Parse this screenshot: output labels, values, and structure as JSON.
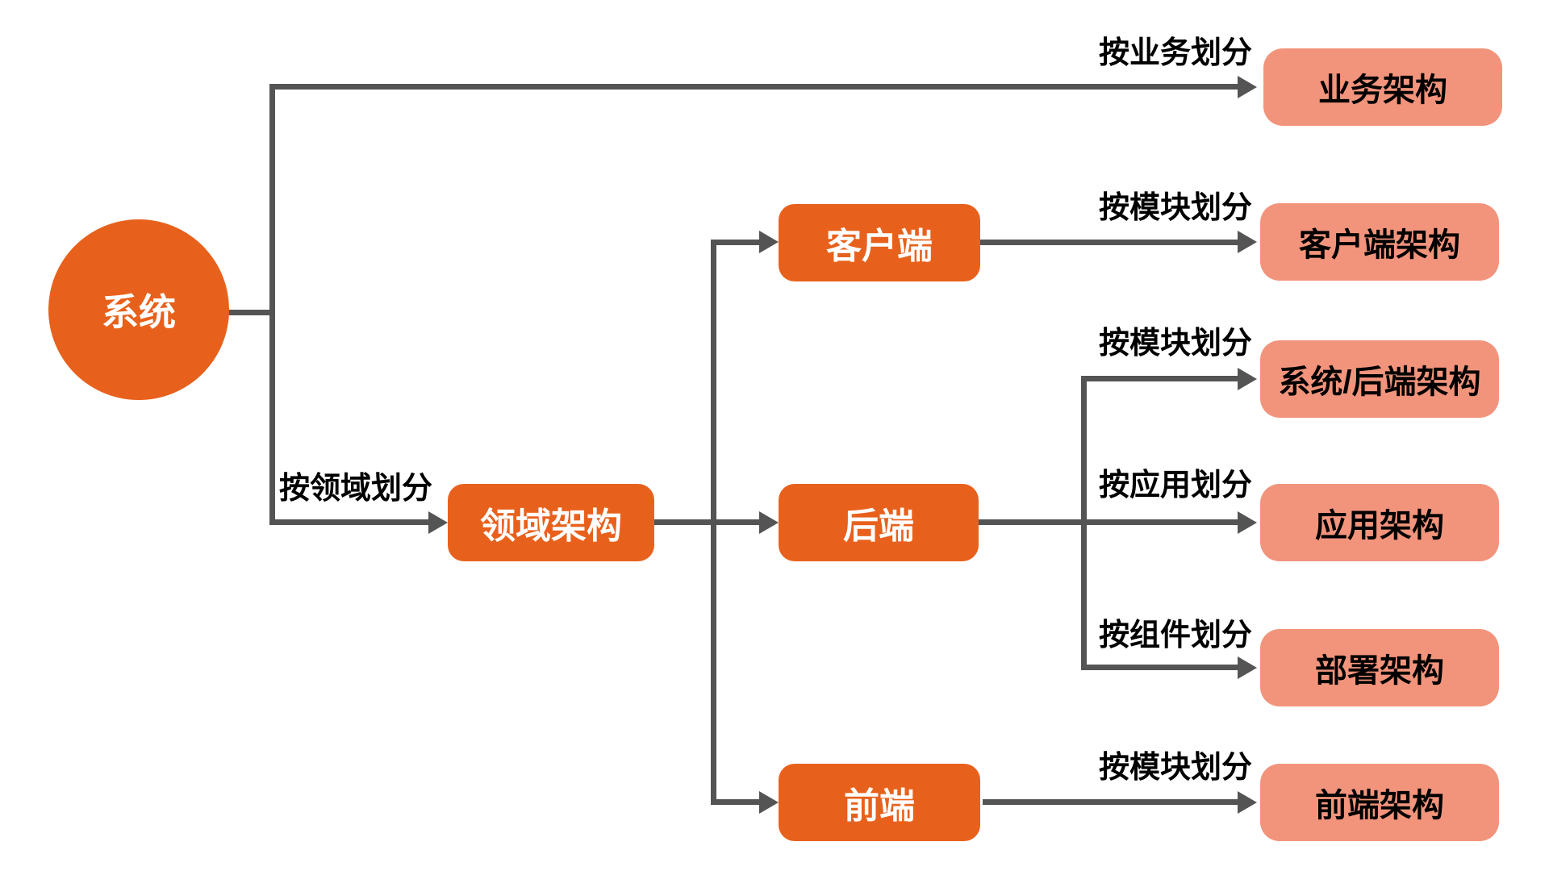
{
  "diagram": {
    "root": {
      "label": "系统"
    },
    "nodes": {
      "domain_arch": {
        "label": "领域架构"
      },
      "client": {
        "label": "客户端"
      },
      "backend": {
        "label": "后端"
      },
      "frontend": {
        "label": "前端"
      },
      "business_arch": {
        "label": "业务架构"
      },
      "client_arch": {
        "label": "客户端架构"
      },
      "system_backend_arch": {
        "label": "系统/后端架构"
      },
      "app_arch": {
        "label": "应用架构"
      },
      "deploy_arch": {
        "label": "部署架构"
      },
      "frontend_arch": {
        "label": "前端架构"
      }
    },
    "edge_labels": {
      "by_business": "按业务划分",
      "by_domain": "按领域划分",
      "by_module_client": "按模块划分",
      "by_module_backend": "按模块划分",
      "by_application": "按应用划分",
      "by_component": "按组件划分",
      "by_module_frontend": "按模块划分"
    },
    "colors": {
      "node_primary_orange": "#E8611C",
      "node_secondary_salmon": "#F2947C",
      "connector_gray": "#545454",
      "edge_label_text": "#000000",
      "primary_node_text": "#FFFFFF",
      "background": "#FFFFFF"
    },
    "edges": [
      {
        "from": "系统",
        "to": "业务架构",
        "label": "按业务划分"
      },
      {
        "from": "系统",
        "to": "领域架构",
        "label": "按领域划分"
      },
      {
        "from": "领域架构",
        "to": "客户端",
        "label": ""
      },
      {
        "from": "领域架构",
        "to": "后端",
        "label": ""
      },
      {
        "from": "领域架构",
        "to": "前端",
        "label": ""
      },
      {
        "from": "客户端",
        "to": "客户端架构",
        "label": "按模块划分"
      },
      {
        "from": "后端",
        "to": "系统/后端架构",
        "label": "按模块划分"
      },
      {
        "from": "后端",
        "to": "应用架构",
        "label": "按应用划分"
      },
      {
        "from": "后端",
        "to": "部署架构",
        "label": "按组件划分"
      },
      {
        "from": "前端",
        "to": "前端架构",
        "label": "按模块划分"
      }
    ]
  }
}
